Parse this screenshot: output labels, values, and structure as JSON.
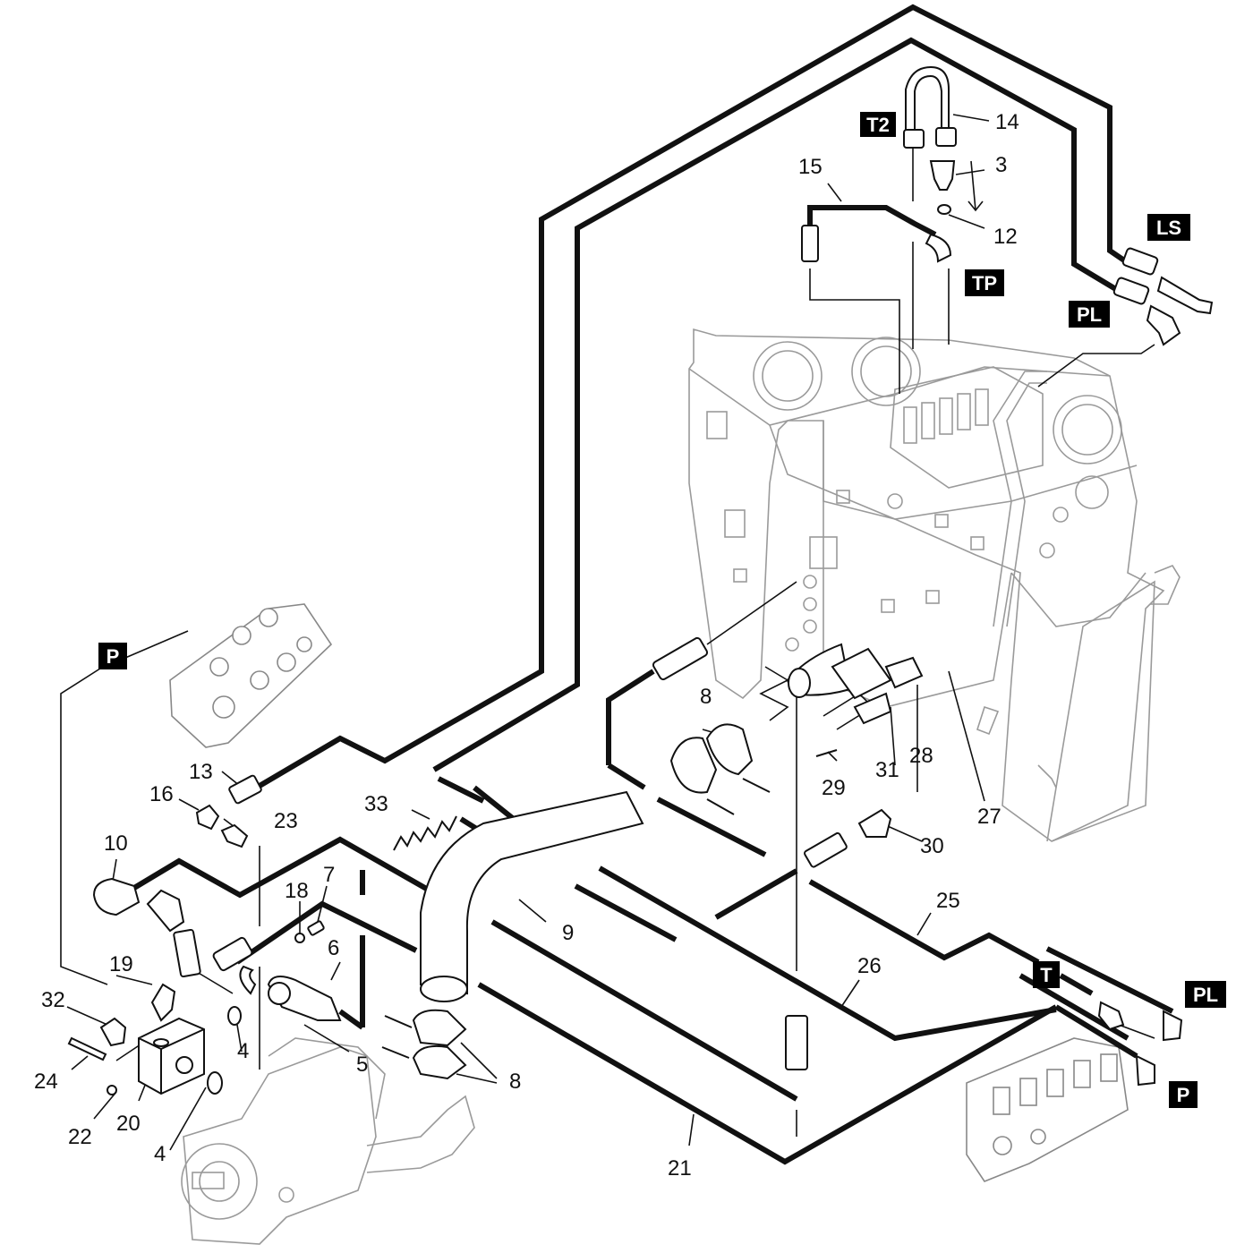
{
  "callouts": [
    {
      "id": "c14",
      "text": "14"
    },
    {
      "id": "c3",
      "text": "3"
    },
    {
      "id": "c15",
      "text": "15"
    },
    {
      "id": "c12",
      "text": "12"
    },
    {
      "id": "c8a",
      "text": "8"
    },
    {
      "id": "c29",
      "text": "29"
    },
    {
      "id": "c31",
      "text": "31"
    },
    {
      "id": "c28",
      "text": "28"
    },
    {
      "id": "c27",
      "text": "27"
    },
    {
      "id": "c30",
      "text": "30"
    },
    {
      "id": "c25",
      "text": "25"
    },
    {
      "id": "c26",
      "text": "26"
    },
    {
      "id": "c13",
      "text": "13"
    },
    {
      "id": "c16",
      "text": "16"
    },
    {
      "id": "c23",
      "text": "23"
    },
    {
      "id": "c33",
      "text": "33"
    },
    {
      "id": "c10",
      "text": "10"
    },
    {
      "id": "c18",
      "text": "18"
    },
    {
      "id": "c7",
      "text": "7"
    },
    {
      "id": "c6",
      "text": "6"
    },
    {
      "id": "c9",
      "text": "9"
    },
    {
      "id": "c19",
      "text": "19"
    },
    {
      "id": "c32",
      "text": "32"
    },
    {
      "id": "c4a",
      "text": "4"
    },
    {
      "id": "c5",
      "text": "5"
    },
    {
      "id": "c8b",
      "text": "8"
    },
    {
      "id": "c24",
      "text": "24"
    },
    {
      "id": "c20",
      "text": "20"
    },
    {
      "id": "c22",
      "text": "22"
    },
    {
      "id": "c4b",
      "text": "4"
    },
    {
      "id": "c21",
      "text": "21"
    }
  ],
  "port_tags": [
    {
      "id": "tagT2",
      "text": "T2"
    },
    {
      "id": "tagLS",
      "text": "LS"
    },
    {
      "id": "tagTP",
      "text": "TP"
    },
    {
      "id": "tagPL1",
      "text": "PL"
    },
    {
      "id": "tagP1",
      "text": "P"
    },
    {
      "id": "tagT",
      "text": "T"
    },
    {
      "id": "tagPL2",
      "text": "PL"
    },
    {
      "id": "tagP2",
      "text": "P"
    }
  ],
  "colors": {
    "line": "#111111",
    "ghost": "#9a9a9a",
    "tag_bg": "#000000",
    "tag_text": "#ffffff",
    "background": "#ffffff"
  }
}
